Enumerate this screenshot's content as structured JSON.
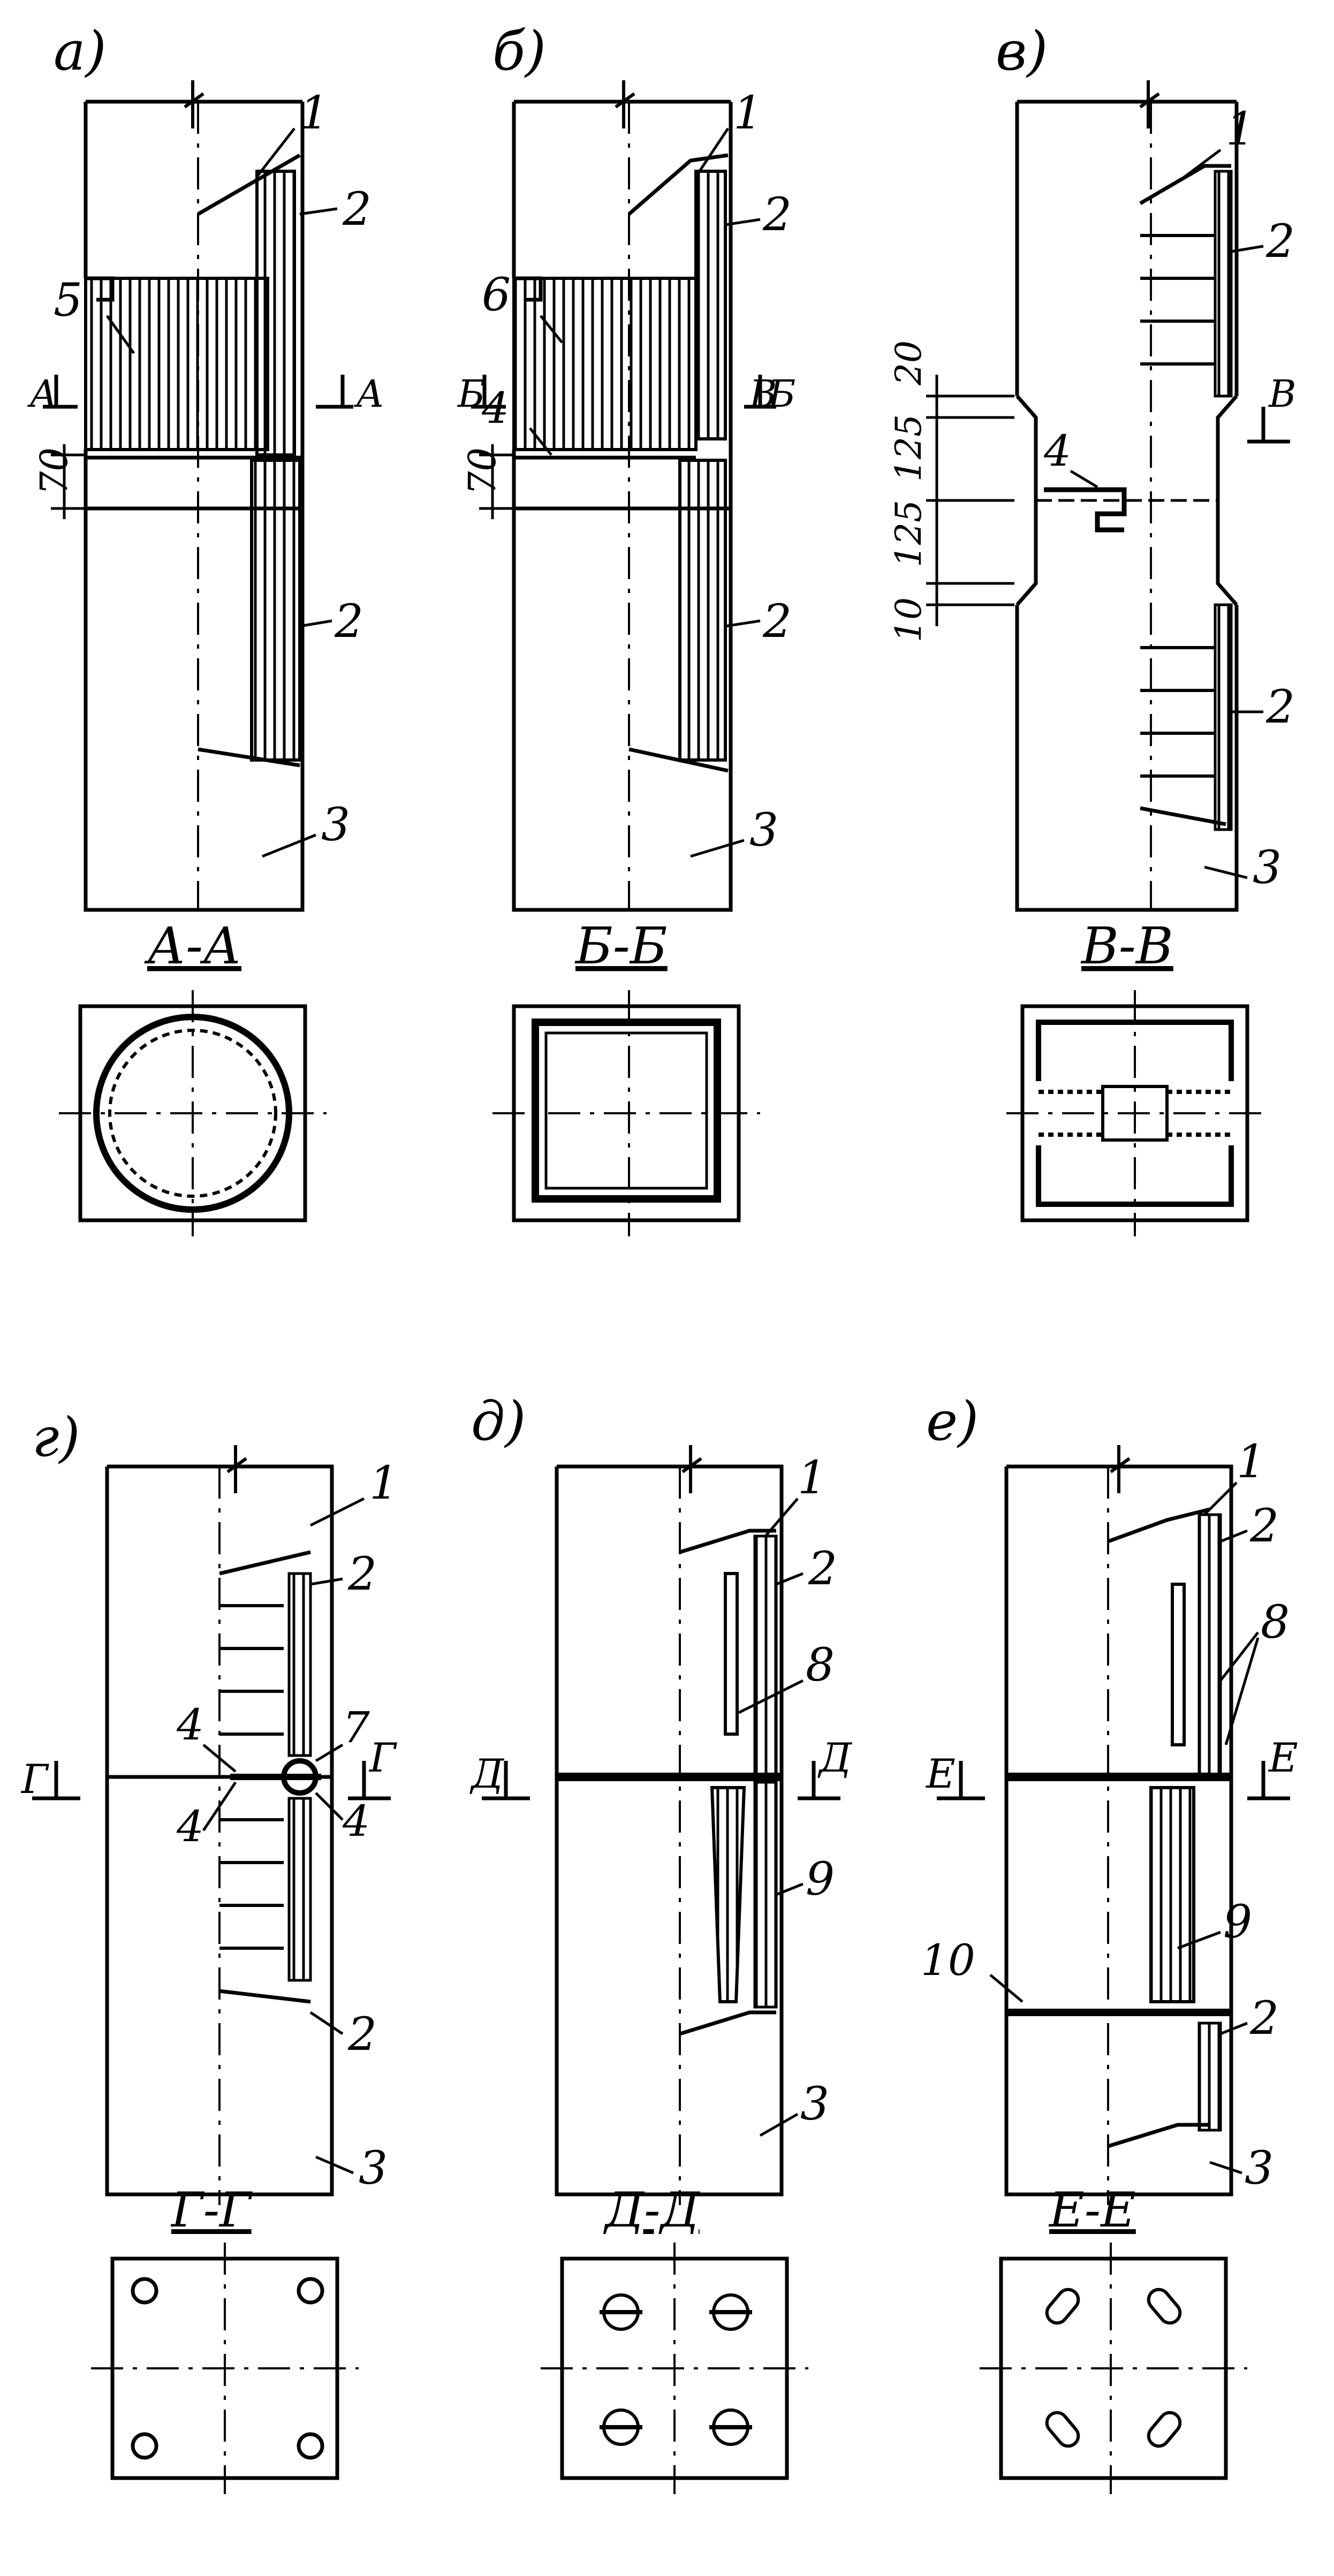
{
  "top_panels": [
    {
      "letter": "а)",
      "callouts": [
        "1",
        "2",
        "5",
        "2",
        "3"
      ],
      "cut_marks": [
        "А",
        "А"
      ],
      "dims": [
        "70"
      ],
      "section_title": "А-А"
    },
    {
      "letter": "б)",
      "callouts": [
        "1",
        "2",
        "6",
        "4",
        "2",
        "3"
      ],
      "cut_marks": [
        "Б",
        "Б"
      ],
      "dims": [
        "70"
      ],
      "section_title": "Б-Б"
    },
    {
      "letter": "в)",
      "callouts": [
        "1",
        "2",
        "4",
        "2",
        "3"
      ],
      "cut_marks": [
        "В",
        "В"
      ],
      "dims": [
        "20",
        "125",
        "125",
        "10"
      ],
      "section_title": "В-В"
    }
  ],
  "bottom_panels": [
    {
      "letter": "г)",
      "callouts": [
        "1",
        "2",
        "4",
        "7",
        "4",
        "4",
        "2",
        "3"
      ],
      "cut_marks": [
        "Г",
        "Г"
      ],
      "section_title": "Г-Г"
    },
    {
      "letter": "д)",
      "callouts": [
        "1",
        "2",
        "8",
        "9",
        "3"
      ],
      "cut_marks": [
        "Д",
        "Д"
      ],
      "section_title": "Д-Д"
    },
    {
      "letter": "е)",
      "callouts": [
        "1",
        "2",
        "8",
        "9",
        "10",
        "2",
        "3"
      ],
      "cut_marks": [
        "Е",
        "Е"
      ],
      "section_title": "Е-Е"
    }
  ]
}
